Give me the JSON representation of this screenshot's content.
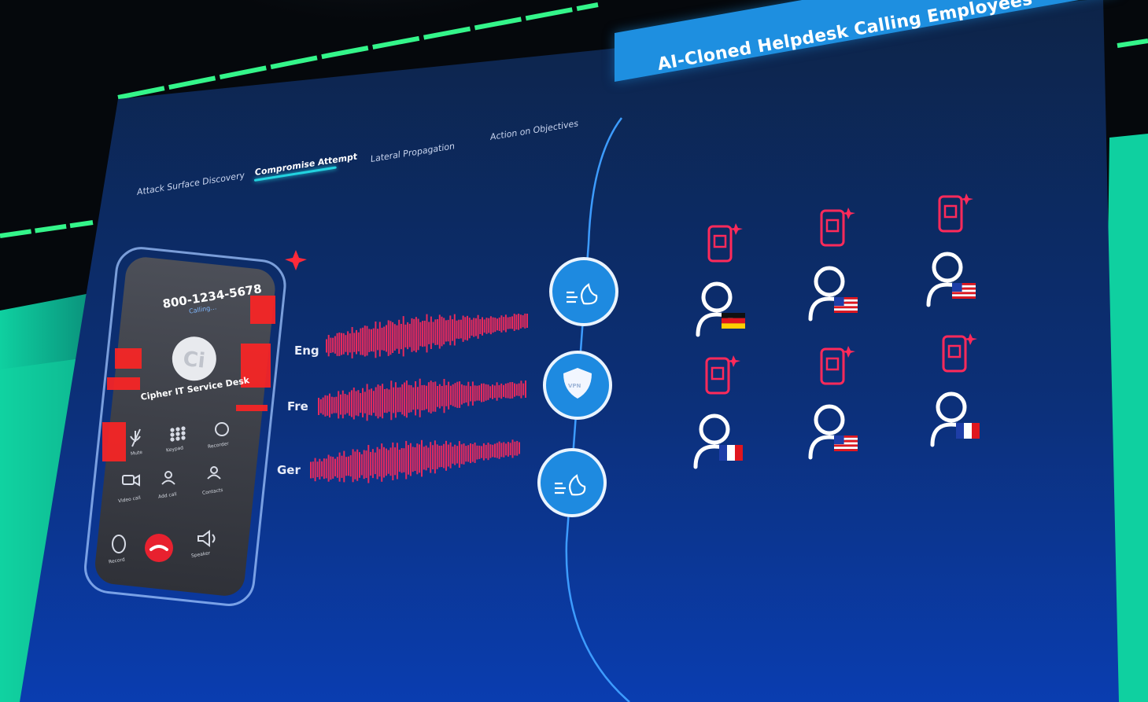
{
  "banner": {
    "title": "AI-Cloned Helpdesk Calling Employees"
  },
  "phases": [
    {
      "label": "Attack Surface Discovery",
      "active": false
    },
    {
      "label": "Compromise Attempt",
      "active": true
    },
    {
      "label": "Lateral Propagation",
      "active": false
    },
    {
      "label": "Action on Objectives",
      "active": false
    }
  ],
  "phone": {
    "number": "800-1234-5678",
    "status": "Calling…",
    "caller": "Cipher IT Service Desk",
    "controls_row1": [
      "Mute",
      "Keypad",
      "Recorder"
    ],
    "controls_row2": [
      "Video call",
      "Add call",
      "Contacts"
    ],
    "controls_row3": [
      "Record",
      "End",
      "Speaker"
    ]
  },
  "languages": [
    "Eng",
    "Fre",
    "Ger"
  ],
  "nodes": [
    {
      "icon": "fingerprint-cloud-icon",
      "label": ""
    },
    {
      "icon": "vpn-shield-icon",
      "label": "VPN"
    },
    {
      "icon": "fingerprint-cloud-icon",
      "label": ""
    }
  ],
  "employees": [
    {
      "flag": "germany"
    },
    {
      "flag": "usa"
    },
    {
      "flag": "usa"
    },
    {
      "flag": "france"
    },
    {
      "flag": "usa"
    },
    {
      "flag": "france"
    }
  ],
  "colors": {
    "accent_red": "#ff2a5a",
    "accent_cyan": "#22d3e0",
    "banner_blue": "#1e8fe0",
    "screen_top": "#0e2a54",
    "screen_bottom": "#0b3fa8",
    "stage_green": "#1ef0a0"
  }
}
